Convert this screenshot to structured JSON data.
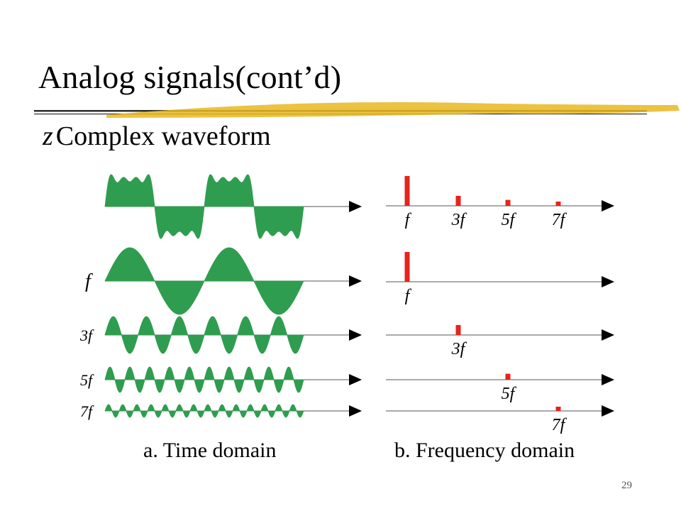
{
  "slide": {
    "title": "Analog signals(cont’d)",
    "bullet_glyph": "z",
    "bullet_text": "Complex waveform",
    "page_number": "29"
  },
  "colors": {
    "wave": "#2f9d4f",
    "spike": "#e8231b",
    "axis": "#555555",
    "title_rule": "#2b2b2b",
    "highlight": "#e8b820"
  },
  "time_domain": {
    "caption": "a. Time domain",
    "rows": [
      {
        "label": "",
        "kind": "composite",
        "harmonics": [
          1,
          3,
          5,
          7
        ],
        "amplitudes": [
          1,
          0.3333,
          0.2,
          0.1429
        ]
      },
      {
        "label": "f",
        "kind": "sine",
        "harmonic": 1,
        "amplitude": 1
      },
      {
        "label": "3f",
        "kind": "sine",
        "harmonic": 3,
        "amplitude": 0.3333
      },
      {
        "label": "5f",
        "kind": "sine",
        "harmonic": 5,
        "amplitude": 0.2
      },
      {
        "label": "7f",
        "kind": "sine",
        "harmonic": 7,
        "amplitude": 0.1429
      }
    ]
  },
  "frequency_domain": {
    "caption": "b. Frequency domain",
    "rows": [
      {
        "spikes": [
          {
            "label": "f",
            "harmonic": 1,
            "amplitude": 1
          },
          {
            "label": "3f",
            "harmonic": 3,
            "amplitude": 0.3333
          },
          {
            "label": "5f",
            "harmonic": 5,
            "amplitude": 0.2
          },
          {
            "label": "7f",
            "harmonic": 7,
            "amplitude": 0.1429
          }
        ]
      },
      {
        "spikes": [
          {
            "label": "f",
            "harmonic": 1,
            "amplitude": 1
          }
        ]
      },
      {
        "spikes": [
          {
            "label": "3f",
            "harmonic": 3,
            "amplitude": 0.3333
          }
        ]
      },
      {
        "spikes": [
          {
            "label": "5f",
            "harmonic": 5,
            "amplitude": 0.2
          }
        ]
      },
      {
        "spikes": [
          {
            "label": "7f",
            "harmonic": 7,
            "amplitude": 0.1429
          }
        ]
      }
    ]
  }
}
